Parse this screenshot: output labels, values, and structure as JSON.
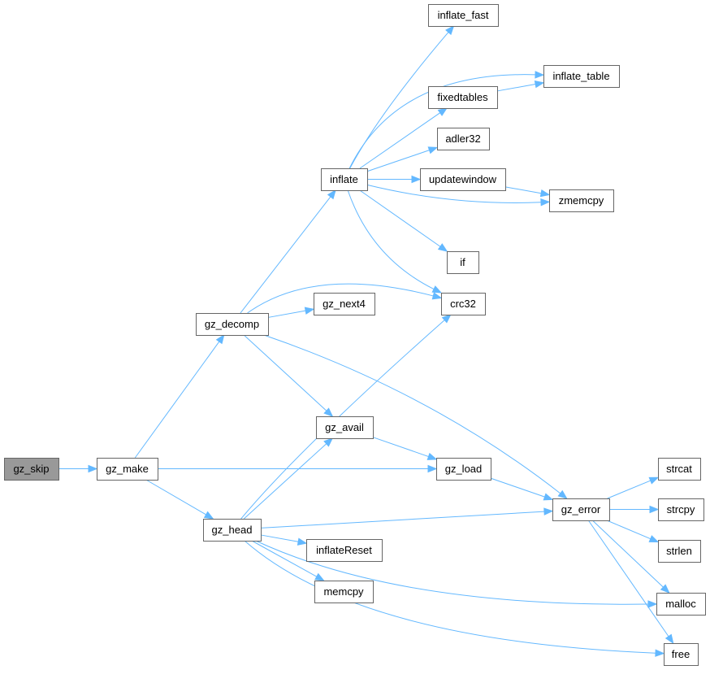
{
  "graph": {
    "root": "gz_skip",
    "nodes": [
      {
        "id": "gz_skip",
        "label": "gz_skip"
      },
      {
        "id": "gz_make",
        "label": "gz_make"
      },
      {
        "id": "gz_decomp",
        "label": "gz_decomp"
      },
      {
        "id": "gz_head",
        "label": "gz_head"
      },
      {
        "id": "gz_next4",
        "label": "gz_next4"
      },
      {
        "id": "gz_avail",
        "label": "gz_avail"
      },
      {
        "id": "inflateReset",
        "label": "inflateReset"
      },
      {
        "id": "memcpy",
        "label": "memcpy"
      },
      {
        "id": "inflate",
        "label": "inflate"
      },
      {
        "id": "inflate_fast",
        "label": "inflate_fast"
      },
      {
        "id": "inflate_table",
        "label": "inflate_table"
      },
      {
        "id": "fixedtables",
        "label": "fixedtables"
      },
      {
        "id": "adler32",
        "label": "adler32"
      },
      {
        "id": "updatewindow",
        "label": "updatewindow"
      },
      {
        "id": "zmemcpy",
        "label": "zmemcpy"
      },
      {
        "id": "if",
        "label": "if"
      },
      {
        "id": "crc32",
        "label": "crc32"
      },
      {
        "id": "gz_load",
        "label": "gz_load"
      },
      {
        "id": "gz_error",
        "label": "gz_error"
      },
      {
        "id": "strcat",
        "label": "strcat"
      },
      {
        "id": "strcpy",
        "label": "strcpy"
      },
      {
        "id": "strlen",
        "label": "strlen"
      },
      {
        "id": "malloc",
        "label": "malloc"
      },
      {
        "id": "free",
        "label": "free"
      }
    ],
    "edges": [
      [
        "gz_skip",
        "gz_make"
      ],
      [
        "gz_make",
        "gz_decomp"
      ],
      [
        "gz_make",
        "gz_load"
      ],
      [
        "gz_make",
        "gz_head"
      ],
      [
        "gz_decomp",
        "inflate"
      ],
      [
        "gz_decomp",
        "crc32"
      ],
      [
        "gz_decomp",
        "gz_next4"
      ],
      [
        "gz_decomp",
        "gz_avail"
      ],
      [
        "gz_decomp",
        "gz_error"
      ],
      [
        "inflate",
        "inflate_fast"
      ],
      [
        "inflate",
        "inflate_table"
      ],
      [
        "inflate",
        "fixedtables"
      ],
      [
        "inflate",
        "adler32"
      ],
      [
        "inflate",
        "updatewindow"
      ],
      [
        "inflate",
        "zmemcpy"
      ],
      [
        "inflate",
        "if"
      ],
      [
        "inflate",
        "crc32"
      ],
      [
        "fixedtables",
        "inflate_table"
      ],
      [
        "updatewindow",
        "zmemcpy"
      ],
      [
        "gz_head",
        "crc32"
      ],
      [
        "gz_head",
        "gz_avail"
      ],
      [
        "gz_head",
        "gz_error"
      ],
      [
        "gz_head",
        "inflateReset"
      ],
      [
        "gz_head",
        "memcpy"
      ],
      [
        "gz_head",
        "malloc"
      ],
      [
        "gz_head",
        "free"
      ],
      [
        "gz_avail",
        "gz_load"
      ],
      [
        "gz_load",
        "gz_error"
      ],
      [
        "gz_error",
        "strcat"
      ],
      [
        "gz_error",
        "strcpy"
      ],
      [
        "gz_error",
        "strlen"
      ],
      [
        "gz_error",
        "malloc"
      ],
      [
        "gz_error",
        "free"
      ]
    ],
    "colors": {
      "edge": "#63b8ff",
      "root_fill": "#999999",
      "border": "#666666"
    }
  }
}
